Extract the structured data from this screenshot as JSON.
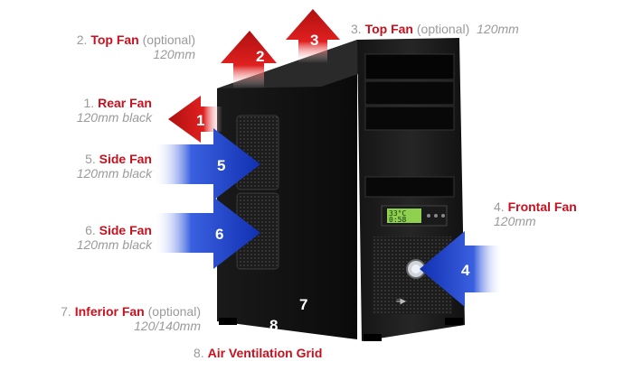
{
  "labels": [
    {
      "num": "1.",
      "title": "Rear Fan",
      "opt": "",
      "spec": "120mm black"
    },
    {
      "num": "2.",
      "title": "Top Fan",
      "opt": "(optional)",
      "spec": "120mm"
    },
    {
      "num": "3.",
      "title": "Top Fan",
      "opt": "(optional)",
      "spec": "120mm"
    },
    {
      "num": "4.",
      "title": "Frontal Fan",
      "opt": "",
      "spec": "120mm"
    },
    {
      "num": "5.",
      "title": "Side Fan",
      "opt": "",
      "spec": "120mm black"
    },
    {
      "num": "6.",
      "title": "Side Fan",
      "opt": "",
      "spec": "120mm black"
    },
    {
      "num": "7.",
      "title": "Inferior Fan",
      "opt": "(optional)",
      "spec": "120/140mm"
    },
    {
      "num": "8.",
      "title": "Air Ventilation Grid",
      "opt": "",
      "spec": ""
    }
  ],
  "markers": [
    "1",
    "2",
    "3",
    "4",
    "5",
    "6",
    "7",
    "8"
  ],
  "lcd": {
    "line1": "33°C",
    "line2": "0:58"
  },
  "colors": {
    "title": "#c8101e",
    "muted": "#9a9a9a",
    "case": "#0e0e0e",
    "arrow_red": "#d01818",
    "arrow_blue": "#1a40c8"
  }
}
